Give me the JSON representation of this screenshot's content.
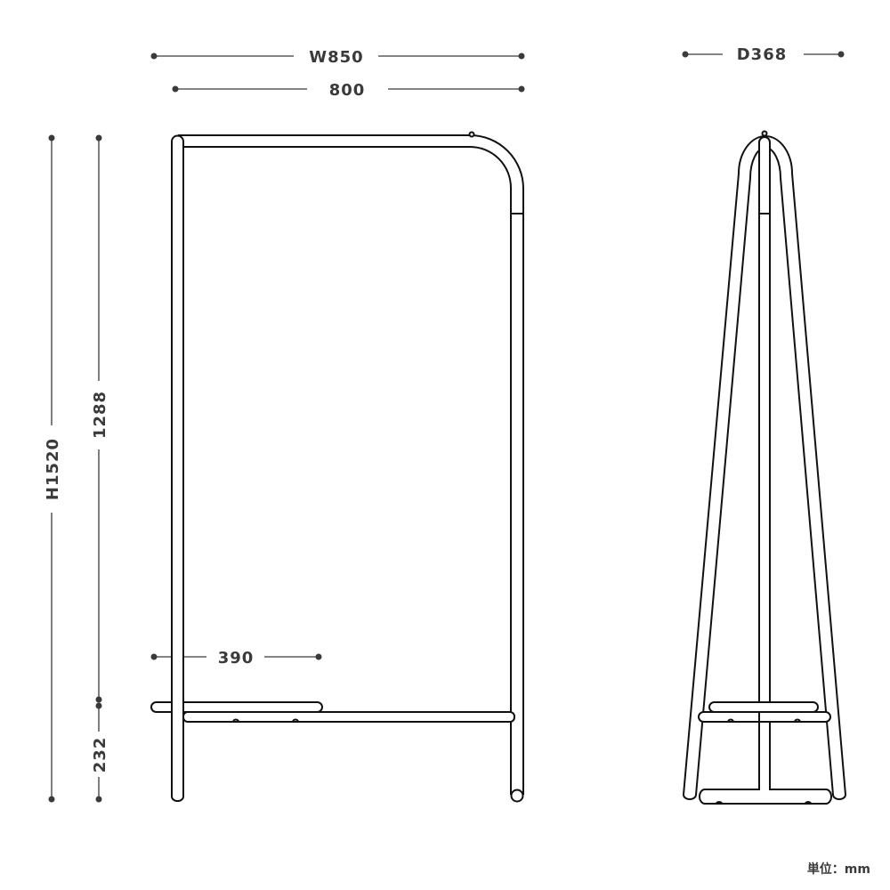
{
  "dimensions": {
    "width_total": "W850",
    "width_inner": "800",
    "depth": "D368",
    "height_total": "H1520",
    "height_bar": "1288",
    "shelf_height": "232",
    "shelf_depth": "390"
  },
  "unit_label": "単位：mm",
  "colors": {
    "line": "#111111",
    "dimension": "#3a3a3a"
  }
}
